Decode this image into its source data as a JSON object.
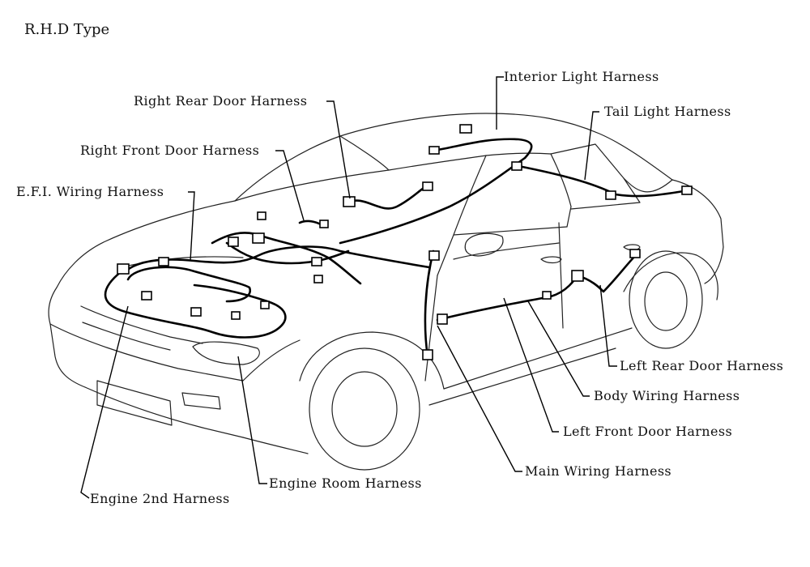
{
  "title": "R.H.D Type",
  "labels": {
    "interior_light": "Interior Light Harness",
    "right_rear_door": "Right Rear Door Harness",
    "tail_light": "Tail Light Harness",
    "right_front_door": "Right Front Door Harness",
    "efi_wiring": "E.F.I. Wiring Harness",
    "left_rear_door": "Left Rear Door Harness",
    "body_wiring": "Body Wiring Harness",
    "left_front_door": "Left Front Door Harness",
    "main_wiring": "Main Wiring Harness",
    "engine_room": "Engine Room Harness",
    "engine_2nd": "Engine 2nd Harness"
  }
}
